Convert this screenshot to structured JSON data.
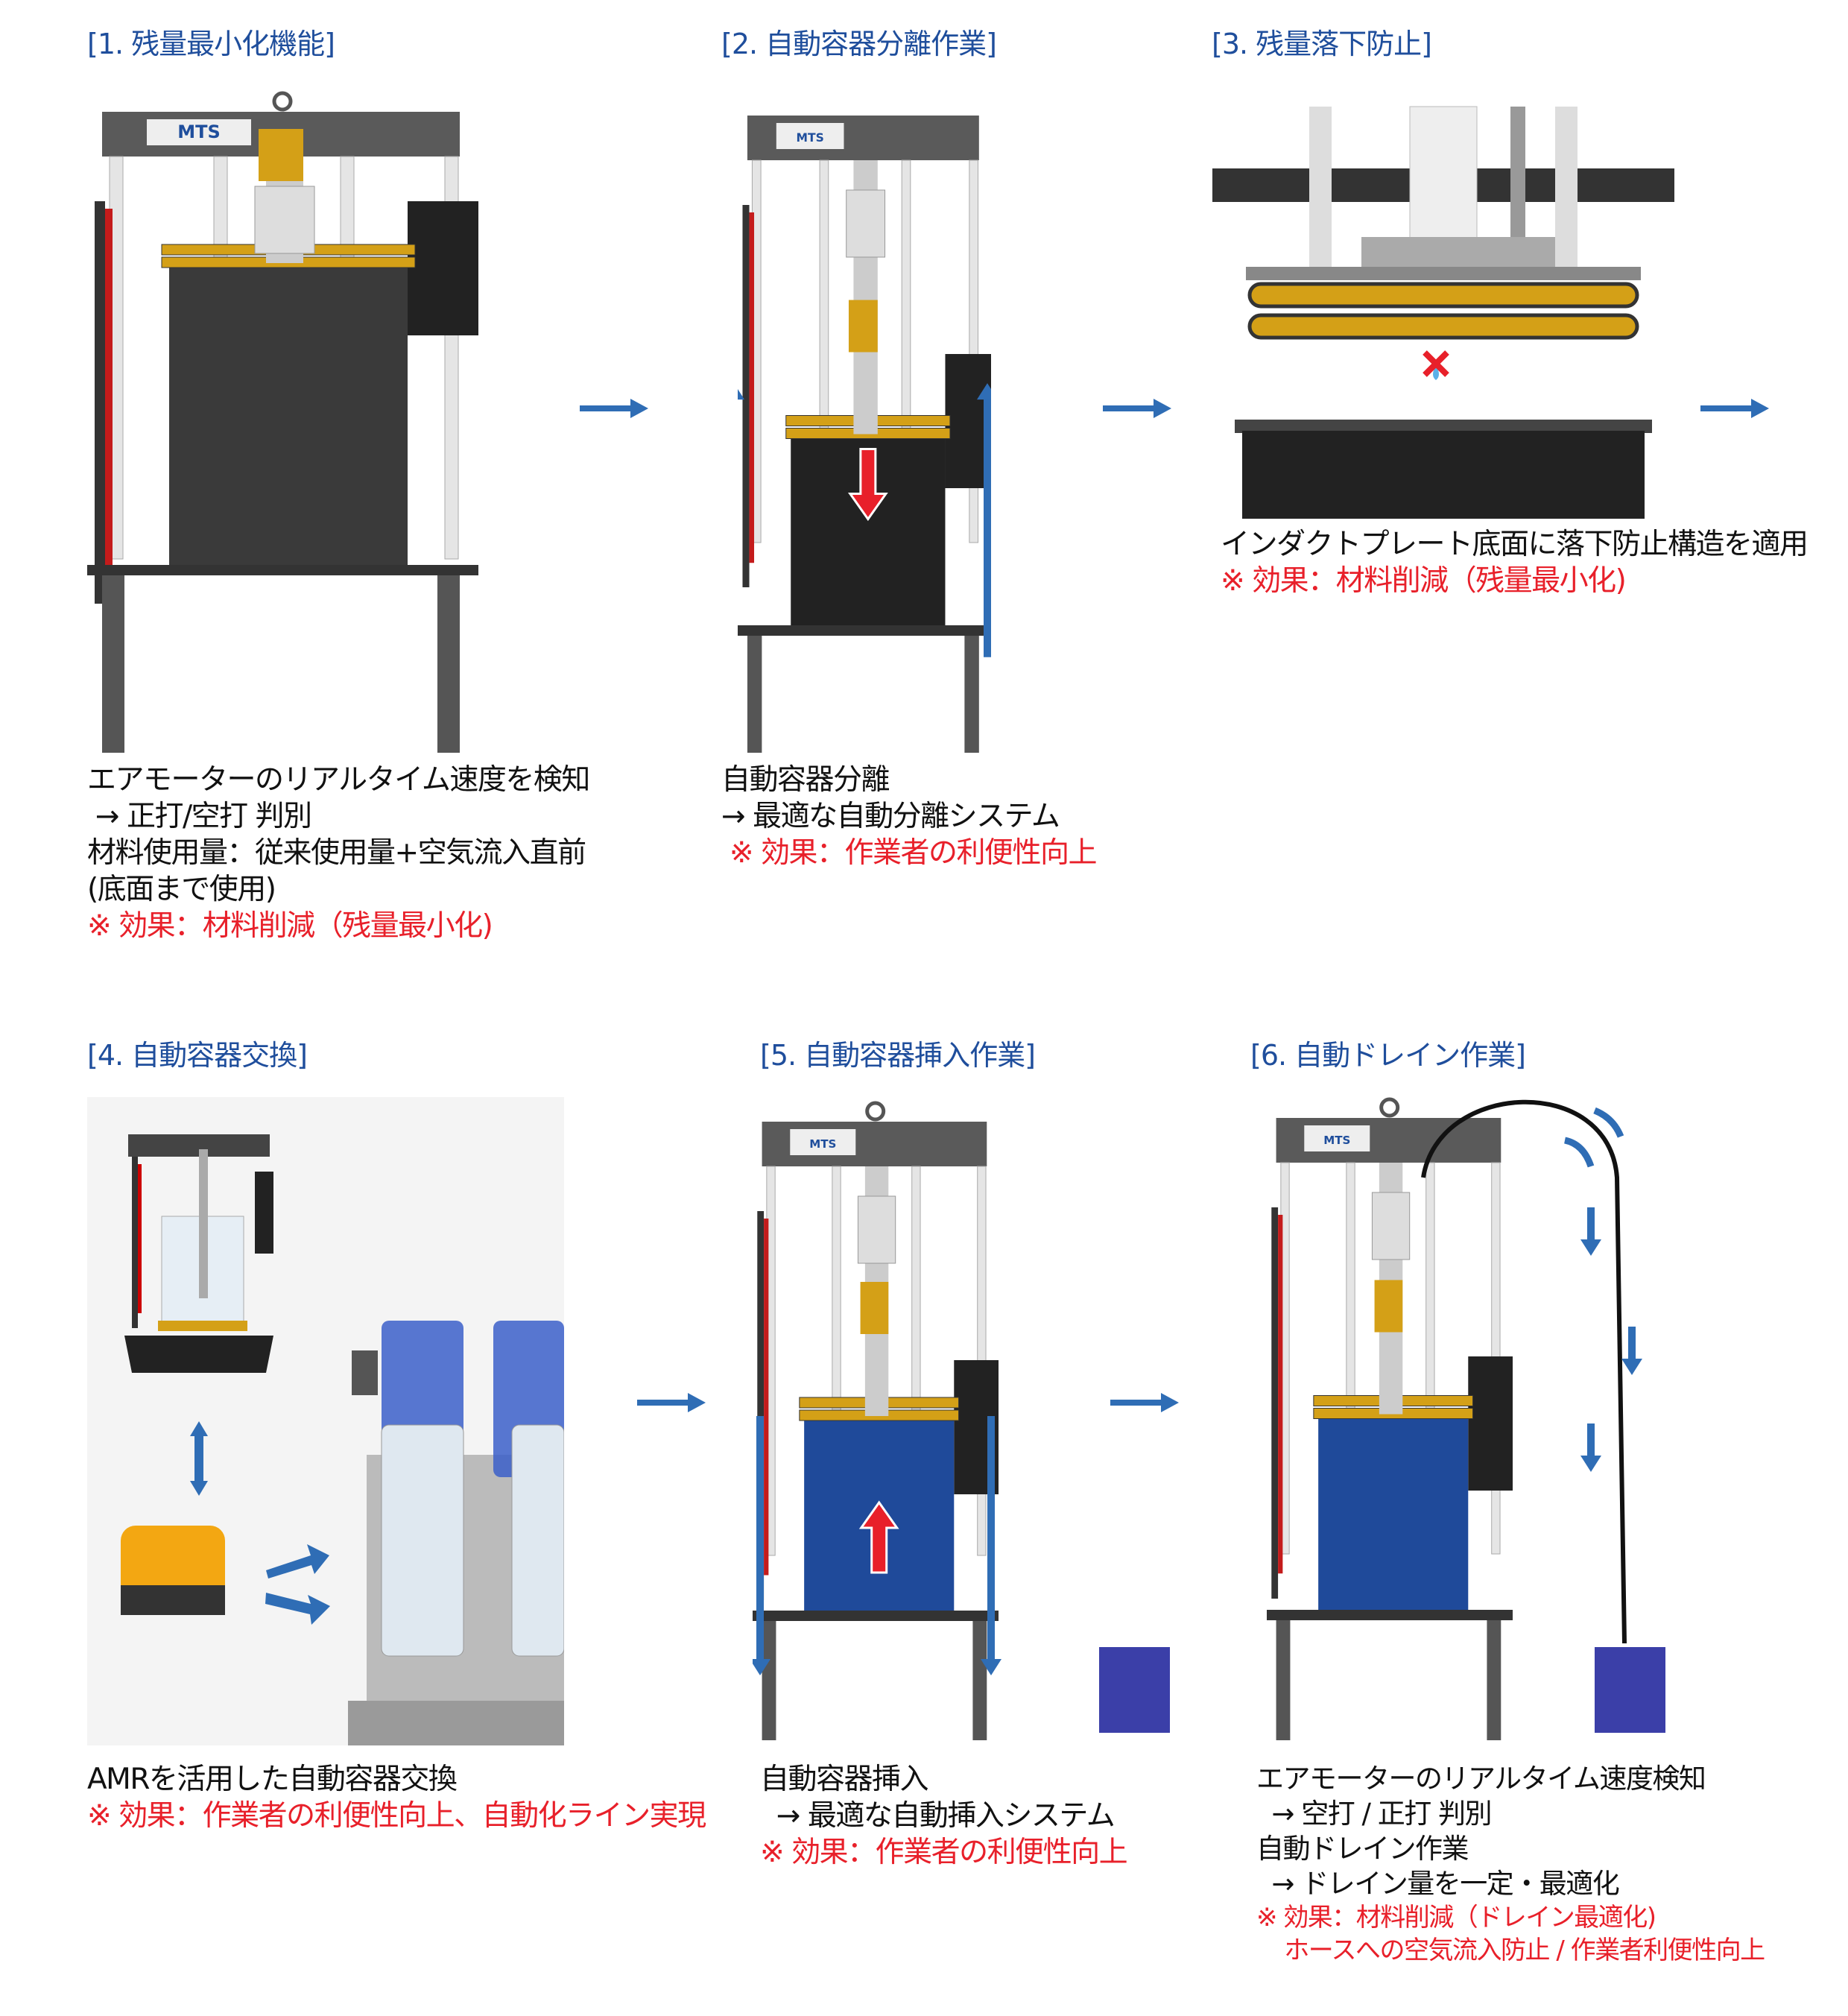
{
  "colors": {
    "title": "#1f4e9c",
    "effect": "#e8202a",
    "arrow": "#2f6db5",
    "frame": "#555555",
    "drum_black": "#222222",
    "drum_blue": "#1f4a9a",
    "seal": "#d4a017"
  },
  "brand": "MTS",
  "steps": [
    {
      "title": "[1. 残量最小化機能]",
      "lines": [
        "エアモーターのリアルタイム速度を検知",
        " → 正打/空打 判別",
        "材料使用量：従来使用量+空気流入直前",
        "(底面まで使用)"
      ],
      "effect": [
        "※ 効果：材料削減（残量最小化)"
      ]
    },
    {
      "title": "[2. 自動容器分離作業]",
      "lines": [
        "自動容器分離",
        "→ 最適な自動分離システム"
      ],
      "effect": [
        " ※ 効果：作業者の利便性向上"
      ]
    },
    {
      "title": "[3. 残量落下防止]",
      "lines": [
        "インダクトプレート底面に落下防止構造を適用"
      ],
      "effect": [
        "※ 効果：材料削減（残量最小化)"
      ]
    },
    {
      "title": "[4. 自動容器交換]",
      "lines": [
        "AMRを活用した自動容器交換"
      ],
      "effect": [
        "※ 効果：作業者の利便性向上、自動化ライン実現"
      ]
    },
    {
      "title": "[5. 自動容器挿入作業]",
      "lines": [
        "自動容器挿入",
        "  → 最適な自動挿入システム"
      ],
      "effect": [
        "※ 効果：作業者の利便性向上"
      ]
    },
    {
      "title": "[6. 自動ドレイン作業]",
      "lines": [
        "エアモーターのリアルタイム速度検知",
        "  → 空打 / 正打 判別",
        "自動ドレイン作業",
        "  → ドレイン量を一定・最適化"
      ],
      "effect": [
        "※ 効果：材料削減（ドレイン最適化)",
        "    ホースへの空気流入防止 / 作業者利便性向上"
      ]
    }
  ]
}
